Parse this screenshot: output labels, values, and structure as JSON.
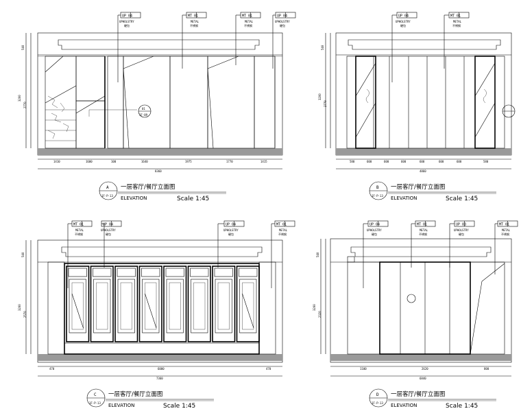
{
  "elevations": [
    {
      "id": "A",
      "tag_letter": "A",
      "tag_sheet": "1F-P-13",
      "title_cn": "一层客厅/餐厅立面图",
      "title_en": "ELEVATION",
      "scale": "Scale 1:45",
      "labels": [
        {
          "code": "UP 04",
          "en": "UPHOLSTRY",
          "cn": "硬包"
        },
        {
          "code": "MT 01",
          "en": "METAL",
          "cn": "不锈钢"
        },
        {
          "code": "MT 01",
          "en": "METAL",
          "cn": "不锈钢"
        },
        {
          "code": "UP 04",
          "en": "UPHOLSTRY",
          "cn": "硬包"
        }
      ],
      "bottom_dims": [
        "1410",
        "1600",
        "100",
        "1640",
        "1975",
        "1770",
        "1415"
      ],
      "total_dim": "8360",
      "left_dims": [
        "540",
        "3200",
        "2770"
      ],
      "callout_top": "01",
      "callout_bottom": "1F-09"
    },
    {
      "id": "B",
      "tag_letter": "B",
      "tag_sheet": "1F-P-13",
      "title_cn": "一层客厅/餐厅立面图",
      "title_en": "ELEVATION",
      "scale": "Scale 1:45",
      "labels": [
        {
          "code": "UP 04",
          "en": "UPHOLSTRY",
          "cn": "硬包"
        },
        {
          "code": "MT 01",
          "en": "METAL",
          "cn": "不锈钢"
        }
      ],
      "bottom_dims": [
        "580",
        "600",
        "600",
        "600",
        "600",
        "600",
        "600",
        "580"
      ],
      "total_dim": "4860",
      "left_dims": [
        "540",
        "3200",
        "2770"
      ]
    },
    {
      "id": "C",
      "tag_letter": "C",
      "tag_sheet": "1F-P-13",
      "title_cn": "一层客厅/餐厅立面图",
      "title_en": "ELEVATION",
      "scale": "Scale 1:45",
      "labels": [
        {
          "code": "MT 01",
          "en": "METAL",
          "cn": "不锈钢"
        },
        {
          "code": "UP 04",
          "en": "UPHOLSTRY",
          "cn": "硬包"
        },
        {
          "code": "UP 04",
          "en": "UPHOLSTRY",
          "cn": "硬包"
        },
        {
          "code": "MT 01",
          "en": "METAL",
          "cn": "不锈钢"
        }
      ],
      "bottom_dims": [
        "470",
        "6000",
        "470"
      ],
      "total_dim": "7360",
      "left_dims": [
        "540",
        "3200",
        "2570"
      ]
    },
    {
      "id": "D",
      "tag_letter": "D",
      "tag_sheet": "1F-P-13",
      "title_cn": "一层客厅/餐厅立面图",
      "title_en": "ELEVATION",
      "scale": "Scale 1:45",
      "labels": [
        {
          "code": "UP 04",
          "en": "UPHOLSTRY",
          "cn": "硬包"
        },
        {
          "code": "MT 01",
          "en": "METAL",
          "cn": "不锈钢"
        },
        {
          "code": "UP 03",
          "en": "UPHOLSTRY",
          "cn": "硬包"
        },
        {
          "code": "MT 01",
          "en": "METAL",
          "cn": "不锈钢"
        }
      ],
      "bottom_dims": [
        "1100",
        "2620",
        "800"
      ],
      "total_dim": "6840",
      "left_dims": [
        "540",
        "3200",
        "2320"
      ]
    }
  ]
}
